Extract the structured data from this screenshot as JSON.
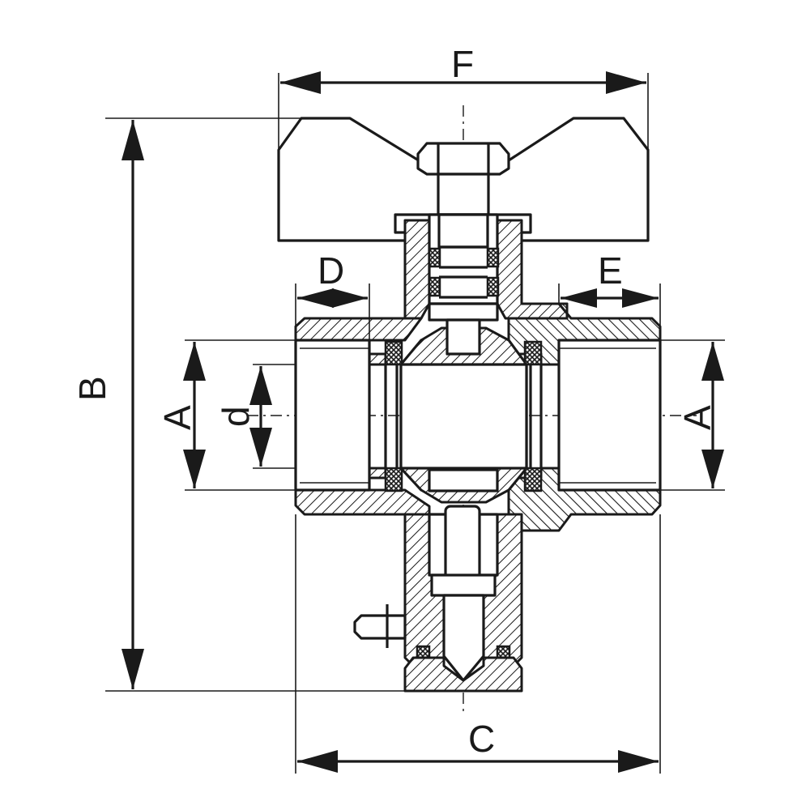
{
  "diagram": {
    "type": "technical-drawing",
    "subject": "ball-valve-cross-section",
    "dimension_labels": {
      "F": "F",
      "B": "B",
      "D": "D",
      "E": "E",
      "A_left": "A",
      "A_right": "A",
      "d": "d",
      "C": "C"
    },
    "colors": {
      "ink": "#1a1a1a",
      "paper": "#ffffff"
    }
  }
}
